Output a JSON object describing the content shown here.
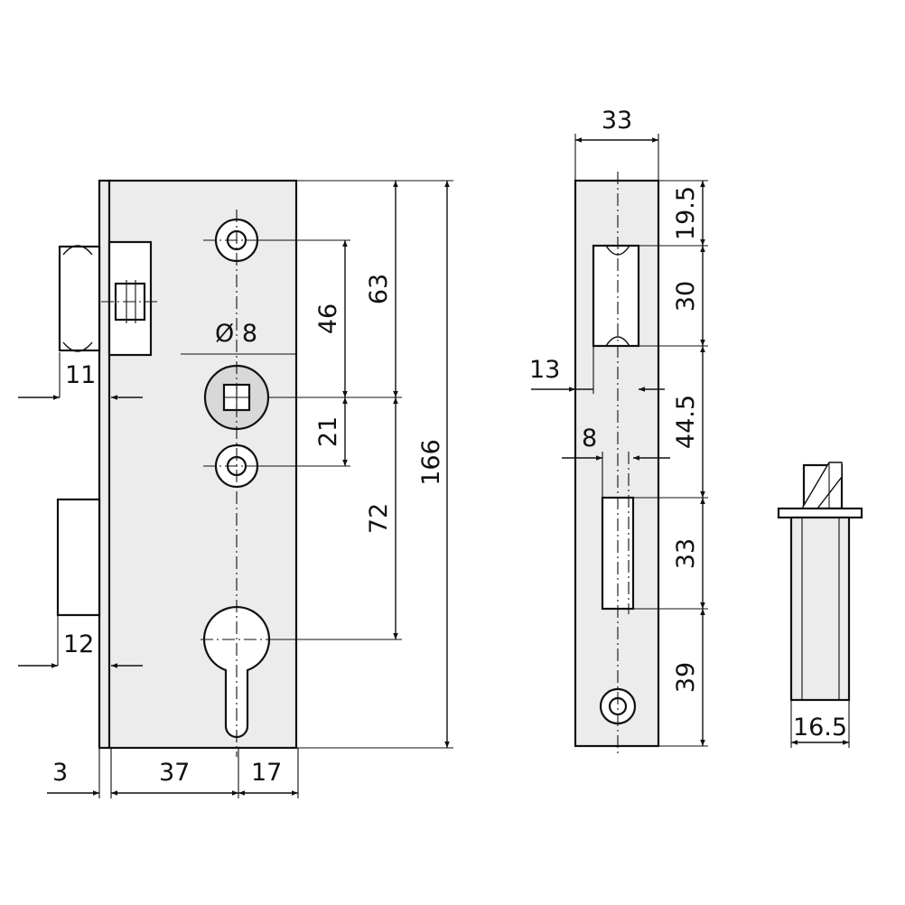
{
  "drawing": {
    "labels": {
      "front_11": "11",
      "front_12": "12",
      "front_3": "3",
      "front_37": "37",
      "front_17": "17",
      "front_diam8": "Ø 8",
      "front_46": "46",
      "front_63": "63",
      "front_21": "21",
      "front_72": "72",
      "front_166": "166",
      "strike_33_top": "33",
      "strike_13": "13",
      "strike_8": "8",
      "strike_19_5": "19.5",
      "strike_30": "30",
      "strike_44_5": "44.5",
      "strike_33_side": "33",
      "strike_39": "39",
      "bolt_16_5": "16.5"
    }
  }
}
